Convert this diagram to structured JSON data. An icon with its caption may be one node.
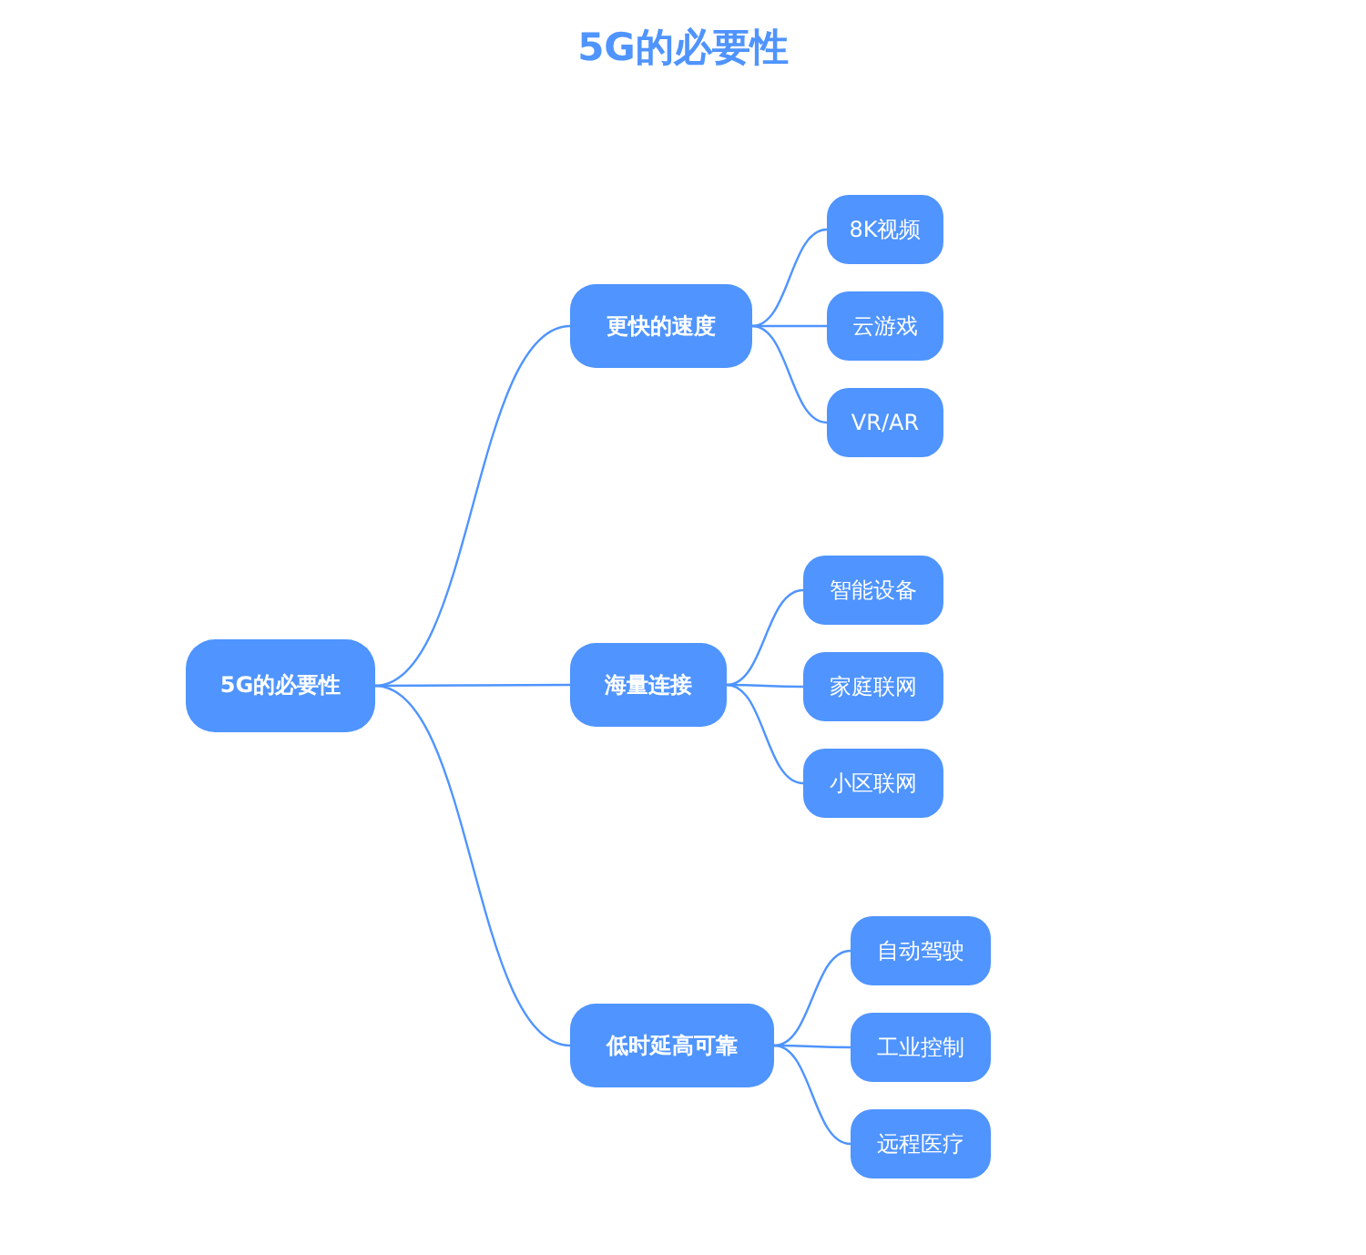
{
  "diagram": {
    "title": "5G的必要性",
    "nodes": [
      {
        "text": [
          "5G的必要性"
        ]
      },
      {
        "text": [
          "更快的速度"
        ]
      },
      {
        "text": [
          "8K视频"
        ]
      },
      {
        "text": [
          "云游戏"
        ]
      },
      {
        "text": [
          "VR/AR"
        ]
      },
      {
        "text": [
          "海量连接"
        ]
      },
      {
        "text": [
          "智能设备"
        ]
      },
      {
        "text": [
          "家庭联网"
        ]
      },
      {
        "text": [
          "小区联网"
        ]
      },
      {
        "text": [
          "低时延高可靠"
        ]
      },
      {
        "text": [
          "自动驾驶"
        ]
      },
      {
        "text": [
          "工业控制"
        ]
      },
      {
        "text": [
          "远程医疗"
        ]
      }
    ],
    "edges": [
      {
        "from": 0,
        "to": 1,
        "arrow": "none"
      },
      {
        "from": 0,
        "to": 5,
        "arrow": "none"
      },
      {
        "from": 0,
        "to": 9,
        "arrow": "none"
      },
      {
        "from": 1,
        "to": 2,
        "arrow": "none"
      },
      {
        "from": 1,
        "to": 3,
        "arrow": "none"
      },
      {
        "from": 1,
        "to": 4,
        "arrow": "none"
      },
      {
        "from": 5,
        "to": 6,
        "arrow": "none"
      },
      {
        "from": 5,
        "to": 7,
        "arrow": "none"
      },
      {
        "from": 5,
        "to": 8,
        "arrow": "none"
      },
      {
        "from": 9,
        "to": 10,
        "arrow": "none"
      },
      {
        "from": 9,
        "to": 11,
        "arrow": "none"
      },
      {
        "from": 9,
        "to": 12,
        "arrow": "none"
      }
    ]
  }
}
